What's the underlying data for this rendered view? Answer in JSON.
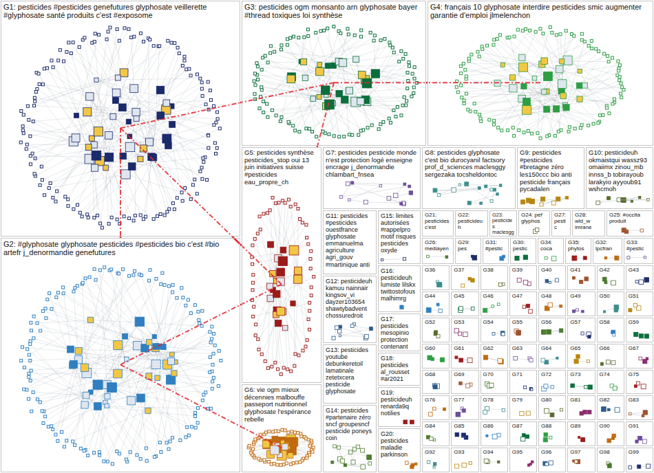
{
  "diagram": {
    "nodes": [
      {
        "text": [
          "G1: pesticides #pesticides genefutures glyphosate veillerette #glyphosate santé produits c'est #exposome"
        ]
      },
      {
        "text": [
          "G2: #glyphosate glyphosate pesticides #pesticides bio c'est #bio artefr j_denormandie genefutures"
        ]
      },
      {
        "text": [
          "G3: pesticides ogm monsanto arn glyphosate bayer #thread toxiques loi synthèse"
        ]
      },
      {
        "text": [
          "G4: français 10 glyphosate interdire pesticides smic augmenter garantie d'emploi jlmelenchon"
        ]
      },
      {
        "text": [
          "G5: pesticides synthèse pesticides_stop oui 13 juin initiatives suisse #pesticides eau_propre_ch"
        ]
      },
      {
        "text": [
          "G6: vie ogm mieux décennies malbouffe passeport nutritionnel glyphosate l'espérance rebelle"
        ]
      },
      {
        "text": [
          "G7: pesticides pesticide monde n'est protection logé enseigne encrage j_denormandie chlambart_fnsea"
        ]
      },
      {
        "text": [
          "G8: pesticides glyphosate c'est bio durocyanil factsory prof_d_sciences maclesggy sergezaka tocsheldontoc"
        ]
      },
      {
        "text": [
          "G9: pesticides #pesticides #bretagne zéro les150ccc bio anti pesticide français pycadalen"
        ]
      },
      {
        "text": [
          "G10: pesticideuh okmaistqui wassz93 omaiimx zinou_mb innss_b tobirayoub larakyio ayyoub91 wshcmoh"
        ]
      },
      {
        "text": [
          "G11: pesticides #pesticides ouestfrance glyphosate emmanuelma agriculture agri_gouv #martinique anti"
        ]
      },
      {
        "text": [
          "G12: pesticideuh kamuu nainnair kingsov_vi dayzer103654 shawtybadvent chossuredroit"
        ]
      },
      {
        "text": [
          "G13: pesticides youtube debunkeretoil lamatinale zetetxcera pesticide glyphosate"
        ]
      },
      {
        "text": [
          "G14: pesticides #partenaire zéro sncf groupesncf pesticide poneys coin"
        ]
      },
      {
        "text": [
          "G15: limites autorisées #rappelpro motif risques pesticides oxyde"
        ]
      },
      {
        "text": [
          "G16: pesticideuh lumiste lilskx twittostofous malhimrg"
        ]
      },
      {
        "text": [
          "G17: pesticides mesopinio protection contenant"
        ]
      },
      {
        "text": [
          "G18: pesticides al_rousset #ar2021"
        ]
      },
      {
        "text": [
          "G19: pesticideuh renarda9q notilies"
        ]
      },
      {
        "text": [
          "G20: pesticides maladie parkinson"
        ]
      },
      {
        "text": [
          "G21: pesticides c'est"
        ]
      },
      {
        "text": [
          "G22: pesticideuh"
        ]
      },
      {
        "text": [
          "G23: pesticides maclesgg"
        ]
      },
      {
        "text": [
          "G24: pef glyphos"
        ]
      },
      {
        "text": [
          "G27: pestic"
        ]
      },
      {
        "text": [
          "G28: wld_w imrane"
        ]
      },
      {
        "text": [
          "G25: #occita produit"
        ]
      },
      {
        "text": [
          "G26: mediayen"
        ]
      },
      {
        "text": [
          "G29: pes"
        ]
      },
      {
        "text": [
          "G31: #pestic"
        ]
      },
      {
        "text": [
          "G30: pestic"
        ]
      },
      {
        "text": [
          "G34: coca"
        ]
      },
      {
        "text": [
          "G35: phytos"
        ]
      },
      {
        "text": [
          "G32: lpcfran"
        ]
      },
      {
        "text": [
          "G33: #pestic"
        ]
      },
      {
        "text": [
          "G36"
        ]
      },
      {
        "text": [
          "G37"
        ]
      },
      {
        "text": [
          "G38"
        ]
      },
      {
        "text": [
          "G39"
        ]
      },
      {
        "text": [
          "G40"
        ]
      },
      {
        "text": [
          "G41"
        ]
      },
      {
        "text": [
          "G42"
        ]
      },
      {
        "text": [
          "G43"
        ]
      },
      {
        "text": [
          "G44"
        ]
      },
      {
        "text": [
          "G45"
        ]
      },
      {
        "text": [
          "G46"
        ]
      },
      {
        "text": [
          "G47"
        ]
      },
      {
        "text": [
          "G48"
        ]
      },
      {
        "text": [
          "G49"
        ]
      },
      {
        "text": [
          "G50"
        ]
      },
      {
        "text": [
          "G51"
        ]
      },
      {
        "text": [
          "G52"
        ]
      },
      {
        "text": [
          "G53"
        ]
      },
      {
        "text": [
          "G54"
        ]
      },
      {
        "text": [
          "G55"
        ]
      },
      {
        "text": [
          "G56"
        ]
      },
      {
        "text": [
          "G57"
        ]
      },
      {
        "text": [
          "G58"
        ]
      },
      {
        "text": [
          "G59"
        ]
      },
      {
        "text": [
          "G60"
        ]
      },
      {
        "text": [
          "G61"
        ]
      },
      {
        "text": [
          "G62"
        ]
      },
      {
        "text": [
          "G63"
        ]
      },
      {
        "text": [
          "G64"
        ]
      },
      {
        "text": [
          "G65"
        ]
      },
      {
        "text": [
          "G66"
        ]
      },
      {
        "text": [
          "G67"
        ]
      },
      {
        "text": [
          "G68"
        ]
      },
      {
        "text": [
          "G69"
        ]
      },
      {
        "text": [
          "G70"
        ]
      },
      {
        "text": [
          "G71"
        ]
      },
      {
        "text": [
          "G72"
        ]
      },
      {
        "text": [
          "G73"
        ]
      },
      {
        "text": [
          "G74"
        ]
      },
      {
        "text": [
          "G75"
        ]
      },
      {
        "text": [
          "G76"
        ]
      },
      {
        "text": [
          "G77"
        ]
      },
      {
        "text": [
          "G78"
        ]
      },
      {
        "text": [
          "G79"
        ]
      },
      {
        "text": [
          "G80"
        ]
      },
      {
        "text": [
          "G81"
        ]
      },
      {
        "text": [
          "G82"
        ]
      },
      {
        "text": [
          "G83"
        ]
      },
      {
        "text": [
          "G84"
        ]
      },
      {
        "text": [
          "G85"
        ]
      },
      {
        "text": [
          "G86"
        ]
      },
      {
        "text": [
          "G87"
        ]
      },
      {
        "text": [
          "G88"
        ]
      },
      {
        "text": [
          "G89"
        ]
      },
      {
        "text": [
          "G90"
        ]
      },
      {
        "text": [
          "G91"
        ]
      },
      {
        "text": [
          "G92"
        ]
      },
      {
        "text": [
          "G93"
        ]
      },
      {
        "text": [
          "G94"
        ]
      },
      {
        "text": [
          "G95"
        ]
      },
      {
        "text": [
          "G96"
        ]
      },
      {
        "text": [
          "G97"
        ]
      },
      {
        "text": [
          "G98"
        ]
      },
      {
        "text": [
          "G99"
        ]
      }
    ],
    "edges": [
      {
        "from": 0,
        "to": 2,
        "arrow": "none"
      },
      {
        "from": 2,
        "to": 3,
        "arrow": "none"
      },
      {
        "from": 0,
        "to": 1,
        "arrow": "none"
      },
      {
        "from": 0,
        "to": 4,
        "arrow": "none"
      },
      {
        "from": 2,
        "to": 4,
        "arrow": "none"
      },
      {
        "from": 1,
        "to": 4,
        "arrow": "none"
      },
      {
        "from": 1,
        "to": 5,
        "arrow": "none"
      }
    ]
  }
}
